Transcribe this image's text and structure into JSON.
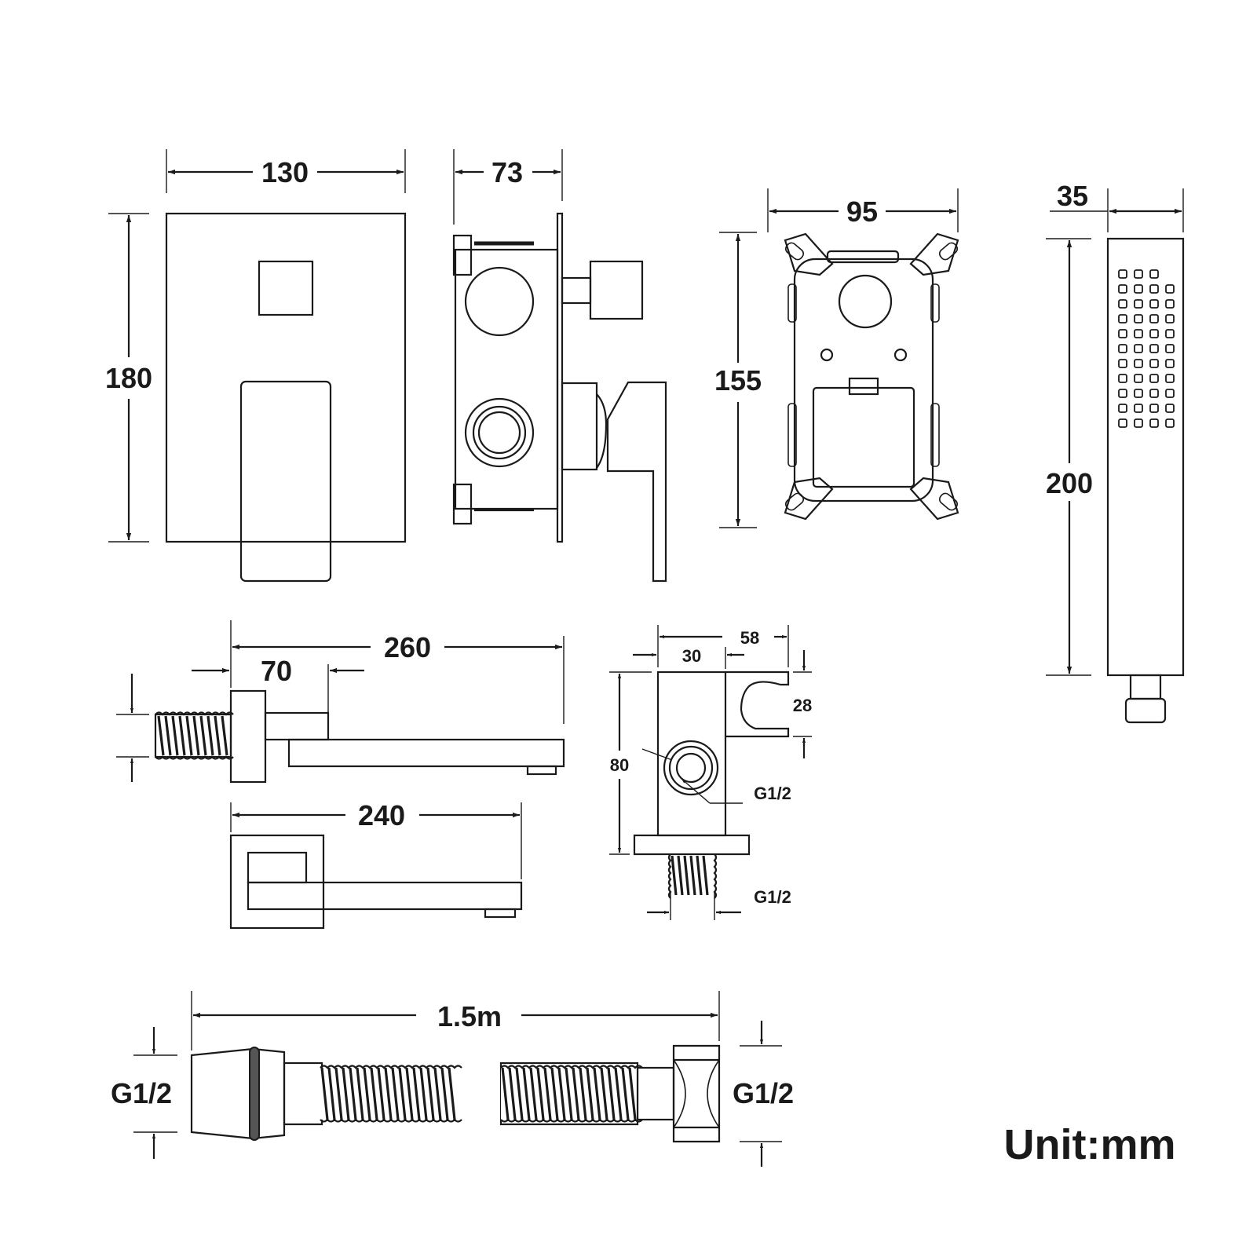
{
  "dimensions": {
    "panel_width": "130",
    "body_depth": "73",
    "box_width": "95",
    "handset_width": "35",
    "panel_height": "180",
    "box_height": "155",
    "handset_length": "200",
    "spout_length": "260",
    "spout_offset": "70",
    "spout2_length": "240",
    "holder_width": "58",
    "holder_outlet": "30",
    "holder_height": "80",
    "holder_hook": "28",
    "holder_thread_front": "G1/2",
    "holder_thread_bottom": "G1/2",
    "hose_length": "1.5m",
    "hose_thread_left": "G1/2",
    "hose_thread_right": "G1/2"
  },
  "unit_label": "Unit:mm"
}
